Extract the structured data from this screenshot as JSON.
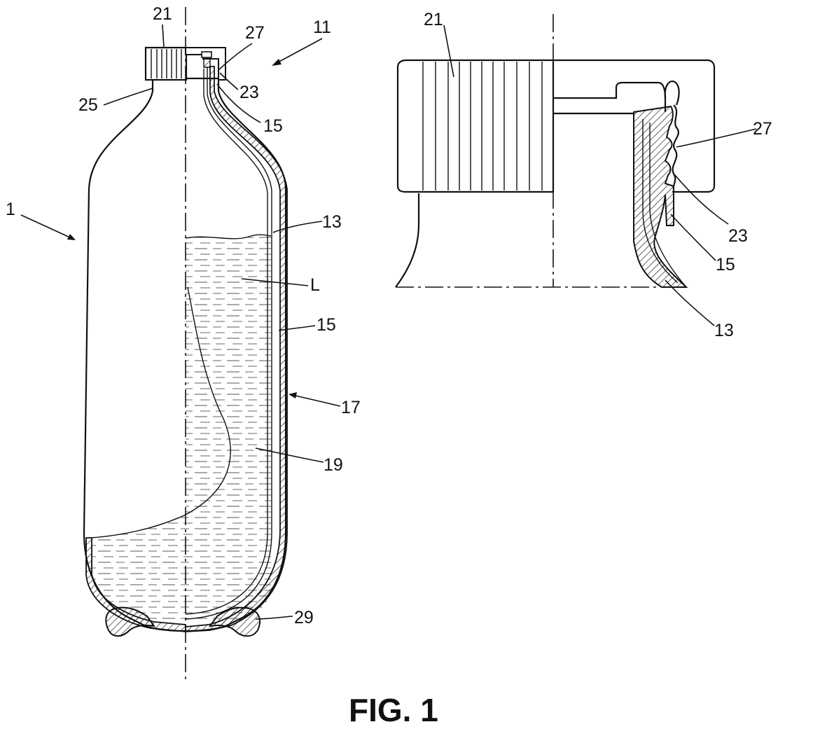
{
  "figure": {
    "caption": "FIG. 1",
    "colors": {
      "ink": "#111111",
      "paper": "#ffffff"
    }
  },
  "labels": {
    "bottle_1": "1",
    "cap_21": "21",
    "neck_25": "25",
    "thread_27": "27",
    "closure_11": "11",
    "thread_23": "23",
    "liner_15_top": "15",
    "liner_13": "13",
    "liquid_L": "L",
    "liner_15_mid": "15",
    "wall_17": "17",
    "inner_19": "19",
    "foot_29": "29"
  },
  "detail_labels": {
    "cap_21": "21",
    "thread_27": "27",
    "thread_23": "23",
    "liner_15": "15",
    "liner_13": "13"
  }
}
